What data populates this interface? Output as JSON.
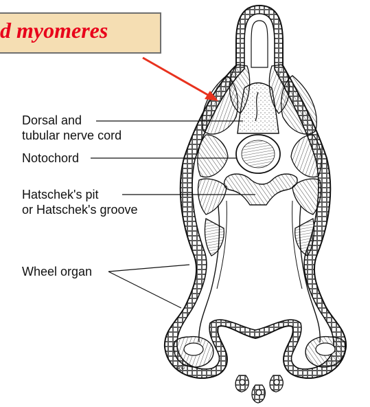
{
  "callout": {
    "text": "d myomeres",
    "color": "#e8001a",
    "background": "#f5deb3"
  },
  "labels": {
    "dorsal_line1": "Dorsal and",
    "dorsal_line2": "tubular nerve cord",
    "notochord": "Notochord",
    "hatschek_line1": "Hatschek's pit",
    "hatschek_line2": "or Hatschek's groove",
    "wheel_organ": "Wheel organ"
  },
  "illustrator_initials": "RC",
  "arrow_color": "#e8321e"
}
